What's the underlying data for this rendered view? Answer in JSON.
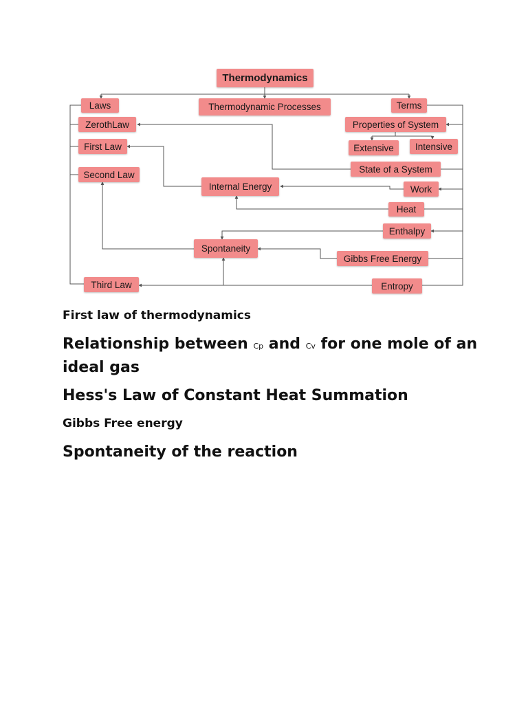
{
  "diagram": {
    "root": "Thermodynamics",
    "nodes": {
      "laws": "Laws",
      "processes": "Thermodynamic Processes",
      "terms": "Terms",
      "zeroth_law": "ZerothLaw",
      "properties": "Properties of System",
      "first_law": "First Law",
      "extensive": "Extensive",
      "intensive": "Intensive",
      "state": "State of a System",
      "second_law": "Second Law",
      "internal_energy": "Internal Energy",
      "work": "Work",
      "heat": "Heat",
      "enthalpy": "Enthalpy",
      "spontaneity": "Spontaneity",
      "gibbs": "Gibbs Free Energy",
      "third_law": "Third Law",
      "entropy": "Entropy"
    },
    "edges": [
      [
        "Thermodynamics",
        "Laws"
      ],
      [
        "Thermodynamics",
        "Thermodynamic Processes"
      ],
      [
        "Thermodynamics",
        "Terms"
      ],
      [
        "Laws",
        "ZerothLaw"
      ],
      [
        "Laws",
        "First Law"
      ],
      [
        "Laws",
        "Second Law"
      ],
      [
        "Laws",
        "Third Law"
      ],
      [
        "Terms",
        "Properties of System"
      ],
      [
        "Properties of System",
        "Extensive"
      ],
      [
        "Properties of System",
        "Intensive"
      ],
      [
        "State of a System",
        "ZerothLaw"
      ],
      [
        "Work",
        "Internal Energy"
      ],
      [
        "Heat",
        "Internal Energy"
      ],
      [
        "Internal Energy",
        "First Law"
      ],
      [
        "Enthalpy",
        "Spontaneity"
      ],
      [
        "Gibbs Free Energy",
        "Spontaneity"
      ],
      [
        "Spontaneity",
        "Second Law"
      ],
      [
        "Entropy",
        "Third Law"
      ],
      [
        "Entropy",
        "Spontaneity"
      ]
    ]
  },
  "links": {
    "first_law": "First law of thermodynamics",
    "relationship": {
      "part1": "Relationship between ",
      "cp": "Cp",
      "and": " and ",
      "cv": "Cv",
      "part2": " for one mole of an ideal gas"
    },
    "hess": "Hess's Law of Constant Heat Summation",
    "gibbs": "Gibbs Free energy",
    "spontaneity": "Spontaneity of the reaction"
  },
  "colors": {
    "node_fill": "#f28b8b",
    "line": "#555555"
  }
}
